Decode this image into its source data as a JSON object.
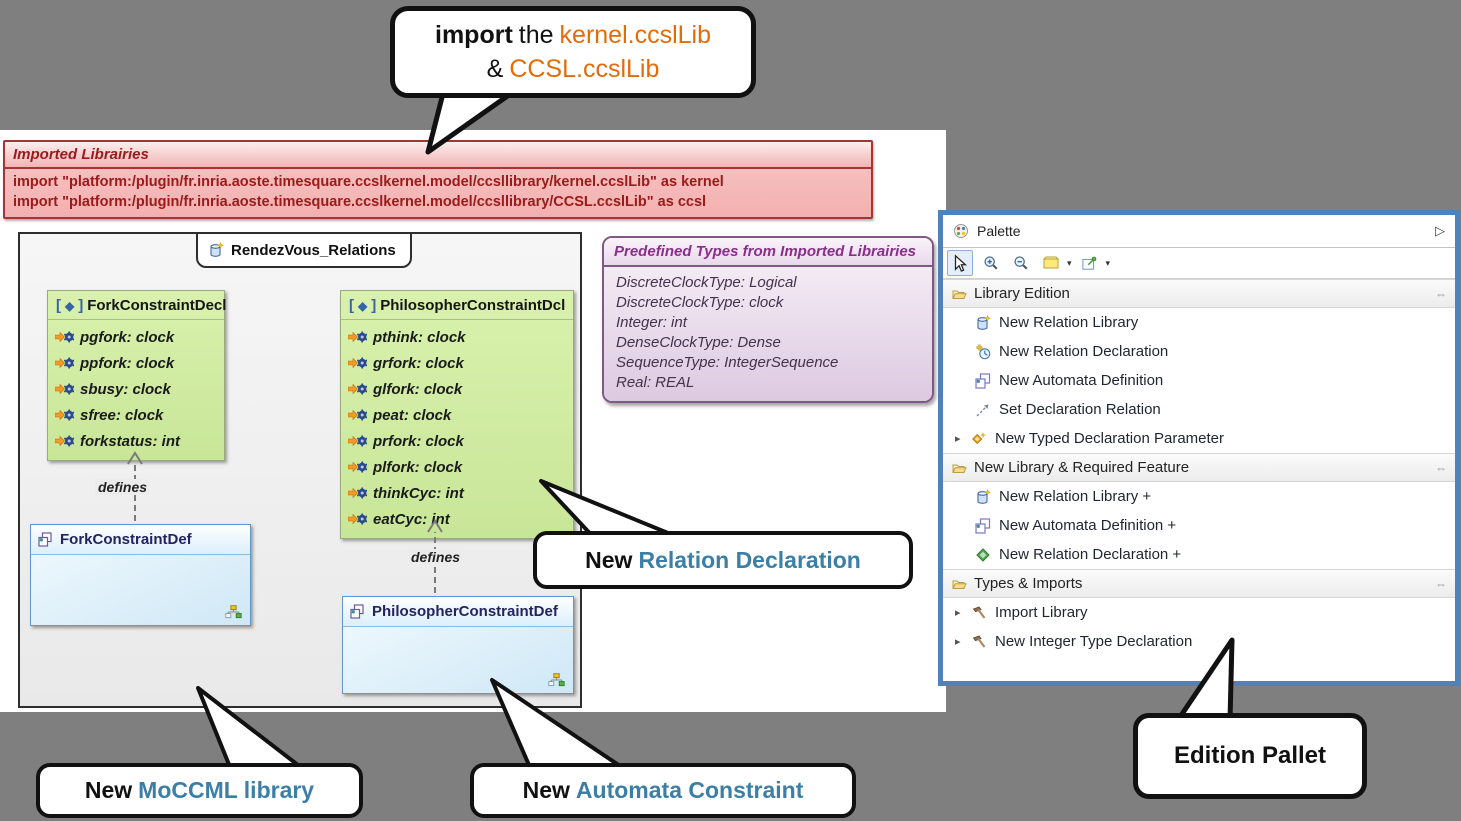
{
  "colors": {
    "background_gray": "#7f7f7f",
    "palette_border_blue": "#4f81bd",
    "callout_accent_blue": "#3c7fa6",
    "callout_accent_orange": "#e36c09",
    "imported_note_red": "#9c1a1a",
    "decl_box_green": "#cdeb9e",
    "def_box_blue": "#d9eefa",
    "predefined_note_purple": "#8b2d8b"
  },
  "icons": {
    "expander": "▸",
    "dropdown": "▾",
    "pin_toggle": "⇔",
    "collapse_arrow": "▷",
    "decl_bracket_left": "[",
    "decl_diamond": "◆",
    "decl_bracket_right": "]"
  },
  "callouts": {
    "import": {
      "line1_bold": "import",
      "line1_mid": "the",
      "line1_orange": "kernel.ccslLib",
      "line2_prefix": "&",
      "line2_orange": "CCSL.ccslLib"
    },
    "relation_declaration": {
      "prefix": "New",
      "rest": "Relation Declaration"
    },
    "moccml": {
      "prefix": "New",
      "rest": "MoCCML library"
    },
    "automata": {
      "prefix": "New",
      "rest": "Automata Constraint"
    },
    "edition_pallet": {
      "label": "Edition Pallet"
    }
  },
  "imported_libraries": {
    "title": "Imported Librairies",
    "lines": [
      "import \"platform:/plugin/fr.inria.aoste.timesquare.ccslkernel.model/ccsllibrary/kernel.ccslLib\" as kernel",
      "import \"platform:/plugin/fr.inria.aoste.timesquare.ccslkernel.model/ccsllibrary/CCSL.ccslLib\" as ccsl"
    ]
  },
  "diagram": {
    "frame_title": "RendezVous_Relations",
    "edge_label": "defines",
    "fork_decl": {
      "title": "ForkConstraintDecl",
      "fields": [
        "pgfork: clock",
        "ppfork: clock",
        "sbusy: clock",
        "sfree: clock",
        "forkstatus: int"
      ]
    },
    "philosopher_decl": {
      "title": "PhilosopherConstraintDcl",
      "fields": [
        "pthink: clock",
        "grfork: clock",
        "glfork: clock",
        "peat: clock",
        "prfork: clock",
        "plfork: clock",
        "thinkCyc: int",
        "eatCyc: int"
      ]
    },
    "fork_def": {
      "title": "ForkConstraintDef"
    },
    "philosopher_def": {
      "title": "PhilosopherConstraintDef"
    }
  },
  "predefined_types": {
    "title": "Predefined Types from Imported Librairies",
    "lines": [
      "DiscreteClockType: Logical",
      "DiscreteClockType: clock",
      "Integer: int",
      "DenseClockType: Dense",
      "SequenceType: IntegerSequence",
      "Real: REAL"
    ]
  },
  "palette": {
    "title": "Palette",
    "sections": [
      {
        "label": "Library Edition",
        "items": [
          {
            "label": "New Relation Library"
          },
          {
            "label": "New Relation Declaration"
          },
          {
            "label": "New Automata Definition"
          },
          {
            "label": "Set Declaration Relation"
          },
          {
            "label": "New Typed Declaration Parameter"
          }
        ]
      },
      {
        "label": "New Library & Required Feature",
        "items": [
          {
            "label": "New Relation Library +"
          },
          {
            "label": "New Automata Definition +"
          },
          {
            "label": "New Relation Declaration +"
          }
        ]
      },
      {
        "label": "Types & Imports",
        "items": [
          {
            "label": "Import Library"
          },
          {
            "label": "New Integer Type Declaration"
          }
        ]
      }
    ]
  }
}
